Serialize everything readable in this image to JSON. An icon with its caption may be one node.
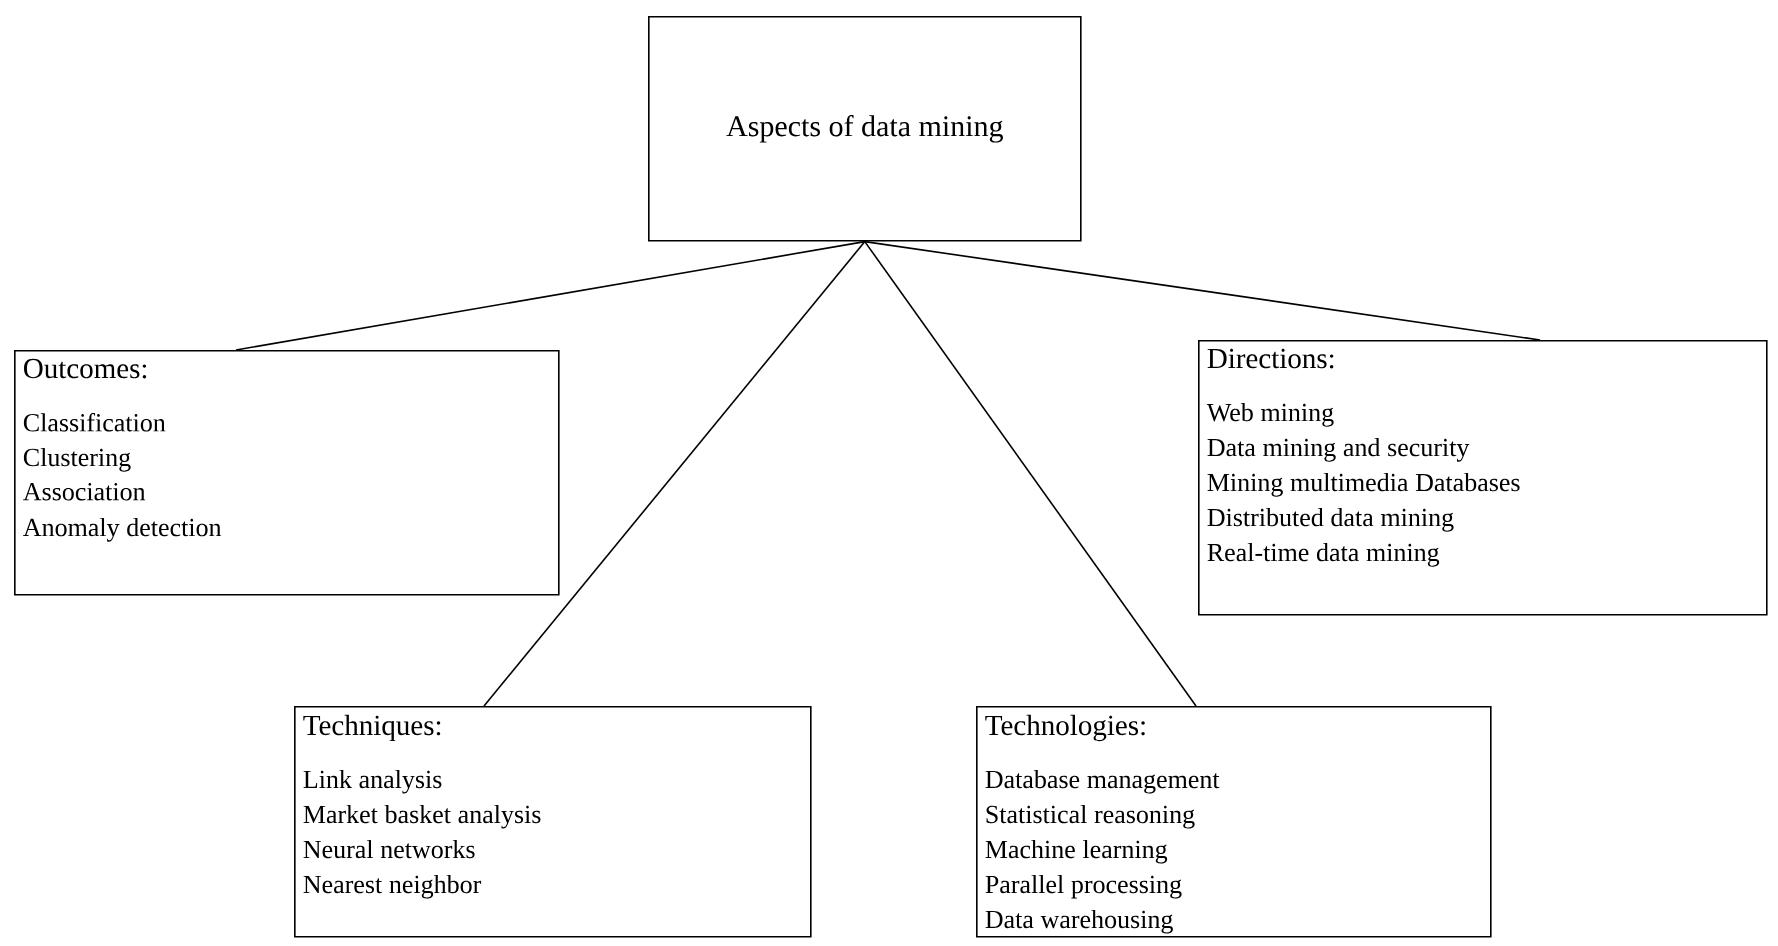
{
  "diagram": {
    "nodes": [
      {
        "text": [
          "Aspects of data mining"
        ]
      },
      {
        "text": [
          "Outcomes:",
          "Classification",
          "Clustering",
          "Association",
          "Anomaly detection"
        ]
      },
      {
        "text": [
          "Techniques:",
          "Link analysis",
          "Market basket analysis",
          "Neural networks",
          "Nearest neighbor"
        ]
      },
      {
        "text": [
          "Technologies:",
          "Database management",
          "Statistical reasoning",
          "Machine learning",
          "Parallel processing",
          "Data warehousing"
        ]
      },
      {
        "text": [
          "Directions:",
          "Web mining",
          "Data mining and security",
          "Mining multimedia Databases",
          "Distributed data mining",
          "Real-time data mining"
        ]
      }
    ],
    "edges": [
      {
        "from": 0,
        "to": 1,
        "arrow": "none"
      },
      {
        "from": 0,
        "to": 2,
        "arrow": "none"
      },
      {
        "from": 0,
        "to": 3,
        "arrow": "none"
      },
      {
        "from": 0,
        "to": 4,
        "arrow": "none"
      }
    ]
  }
}
